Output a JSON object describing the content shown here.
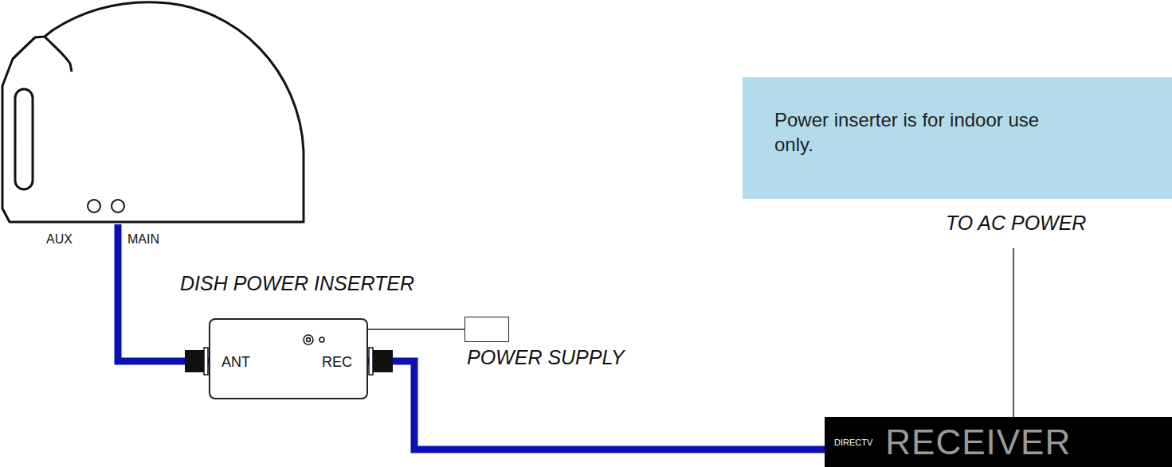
{
  "diagram": {
    "nodes": [
      {
        "text": [
          "AUX",
          "MAIN"
        ]
      },
      {
        "text": [
          "Power inserter is for indoor use only."
        ]
      },
      {
        "text": [
          "DISH POWER INSERTER",
          "ANT",
          "REC"
        ]
      },
      {
        "text": [
          "POWER SUPPLY"
        ]
      },
      {
        "text": [
          "DIRECTV",
          "RECEIVER"
        ]
      }
    ],
    "edges": [
      {
        "from": 0,
        "to": 2,
        "arrow": "none"
      },
      {
        "from": 2,
        "to": 3,
        "arrow": "none"
      },
      {
        "from": 2,
        "to": 4,
        "arrow": "none"
      }
    ],
    "labels": [
      "TO AC POWER"
    ]
  }
}
